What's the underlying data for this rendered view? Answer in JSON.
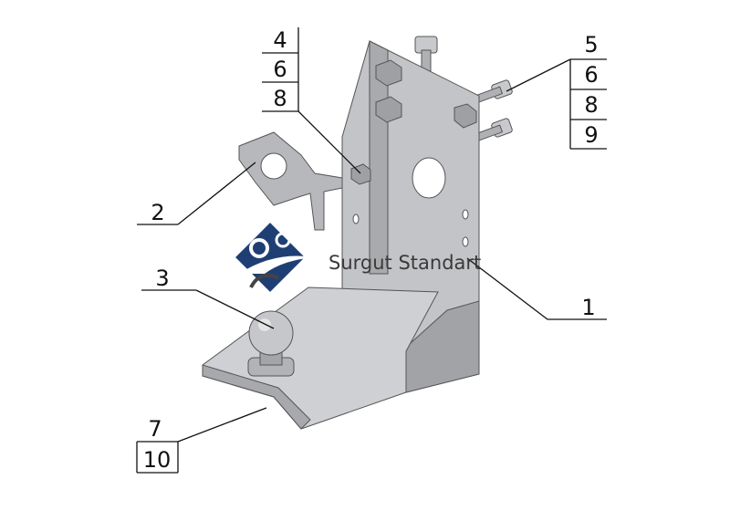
{
  "callouts": {
    "group_top_left": [
      "4",
      "6",
      "8"
    ],
    "group_top_right": [
      "5",
      "6",
      "8",
      "9"
    ],
    "part_1": "1",
    "part_2": "2",
    "part_3": "3",
    "group_bottom": [
      "7",
      "10"
    ]
  },
  "watermark": {
    "text": "Surgut Standart"
  },
  "colors": {
    "logo_blue": "#1f3f74",
    "metal": "#b9babd",
    "line": "#111111"
  }
}
